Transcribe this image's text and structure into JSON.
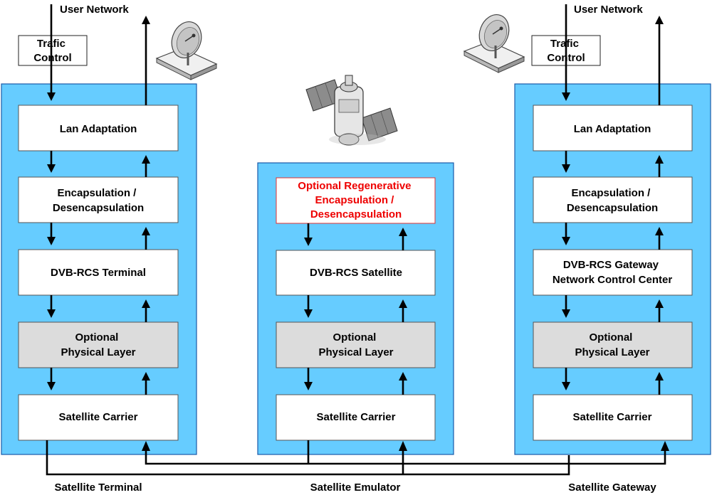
{
  "labels": {
    "user_network_left": "User Network",
    "user_network_right": "User Network",
    "trafic_control_left": [
      "Trafic",
      "Control"
    ],
    "trafic_control_right": [
      "Trafic",
      "Control"
    ],
    "satellite_terminal": "Satellite Terminal",
    "satellite_emulator": "Satellite Emulator",
    "satellite_gateway": "Satellite Gateway"
  },
  "terminal": {
    "lan_adaptation": [
      "Lan Adaptation"
    ],
    "encapsulation": [
      "Encapsulation /",
      "Desencapsulation"
    ],
    "dvb": [
      "DVB-RCS Terminal"
    ],
    "physical": [
      "Optional",
      "Physical Layer"
    ],
    "carrier": [
      "Satellite Carrier"
    ]
  },
  "emulator": {
    "encapsulation": [
      "Optional Regenerative",
      "Encapsulation /",
      "Desencapsulation"
    ],
    "dvb": [
      "DVB-RCS Satellite"
    ],
    "physical": [
      "Optional",
      "Physical Layer"
    ],
    "carrier": [
      "Satellite Carrier"
    ]
  },
  "gateway": {
    "lan_adaptation": [
      "Lan Adaptation"
    ],
    "encapsulation": [
      "Encapsulation /",
      "Desencapsulation"
    ],
    "dvb": [
      "DVB-RCS Gateway",
      "Network Control Center"
    ],
    "physical": [
      "Optional",
      "Physical Layer"
    ],
    "carrier": [
      "Satellite Carrier"
    ]
  },
  "colors": {
    "panel": "#66ccff",
    "panel_border": "#1a5aa8",
    "optional_box": "#dcdcdc",
    "regenerative_text": "#ee0000"
  },
  "icons": [
    "satellite-dish-icon",
    "satellite-icon"
  ]
}
